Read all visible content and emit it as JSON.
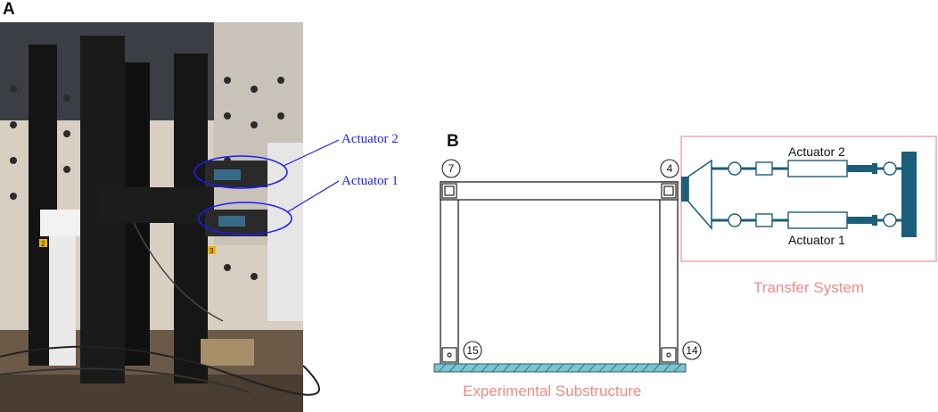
{
  "panels": {
    "a_letter": "A",
    "b_letter": "B"
  },
  "photo": {
    "callouts": {
      "actuator2": "Actuator 2",
      "actuator1": "Actuator 1"
    },
    "sticker_labels": {
      "a": "2",
      "b": "3"
    }
  },
  "diagram": {
    "nodes": {
      "top_left": "7",
      "top_right": "4",
      "bottom_left": "15",
      "bottom_right": "14"
    },
    "actuator_labels": {
      "upper": "Actuator 2",
      "lower": "Actuator 1"
    },
    "transfer_system_label": "Transfer System",
    "substructure_label": "Experimental Substructure"
  },
  "colors": {
    "actuator_blue": "#1b5e7a",
    "callout_blue": "#1a1aff",
    "transfer_box": "#f2a0a0",
    "label_pink": "#f08a8a",
    "base_fill": "#7fc4cc"
  }
}
